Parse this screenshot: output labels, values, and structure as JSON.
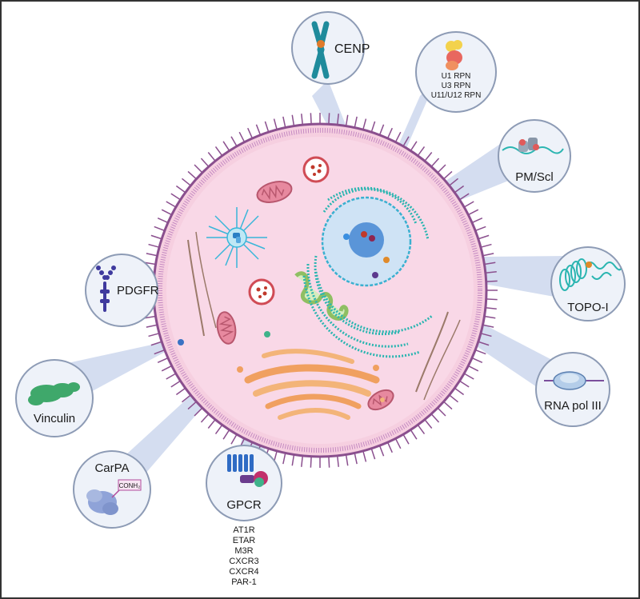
{
  "figure": {
    "border_color": "#333333",
    "cell_fill": "#f6cfe0",
    "membrane_color": "#8a4f8e",
    "beam_color": "#9fb4dd",
    "bubble_fill": "#eef2f9"
  },
  "antigens": {
    "cenp": {
      "label": "CENP",
      "icon": "chromosome-icon"
    },
    "rnp": {
      "lines": [
        "U1 RPN",
        "U3 RPN",
        "U11/U12 RPN"
      ],
      "icon": "ribonucleoprotein-icon"
    },
    "pmscl": {
      "label": "PM/Scl",
      "icon": "exosome-complex-icon"
    },
    "topo": {
      "label": "TOPO-I",
      "icon": "topoisomerase-dna-icon"
    },
    "rnapol": {
      "label": "RNA pol III",
      "icon": "polymerase-icon"
    },
    "gpcr": {
      "label": "GPCR",
      "icon": "receptor-icon"
    },
    "carpa": {
      "label": "CarPA",
      "tag": "CONH₂",
      "icon": "carbamylated-protein-icon"
    },
    "vinculin": {
      "label": "Vinculin",
      "icon": "vinculin-protein-icon"
    },
    "pdgfr": {
      "label": "PDGFR",
      "icon": "receptor-tyrosine-kinase-icon"
    }
  },
  "gpcr_list": [
    "AT1R",
    "ETAR",
    "M3R",
    "CXCR3",
    "CXCR4",
    "PAR-1"
  ]
}
